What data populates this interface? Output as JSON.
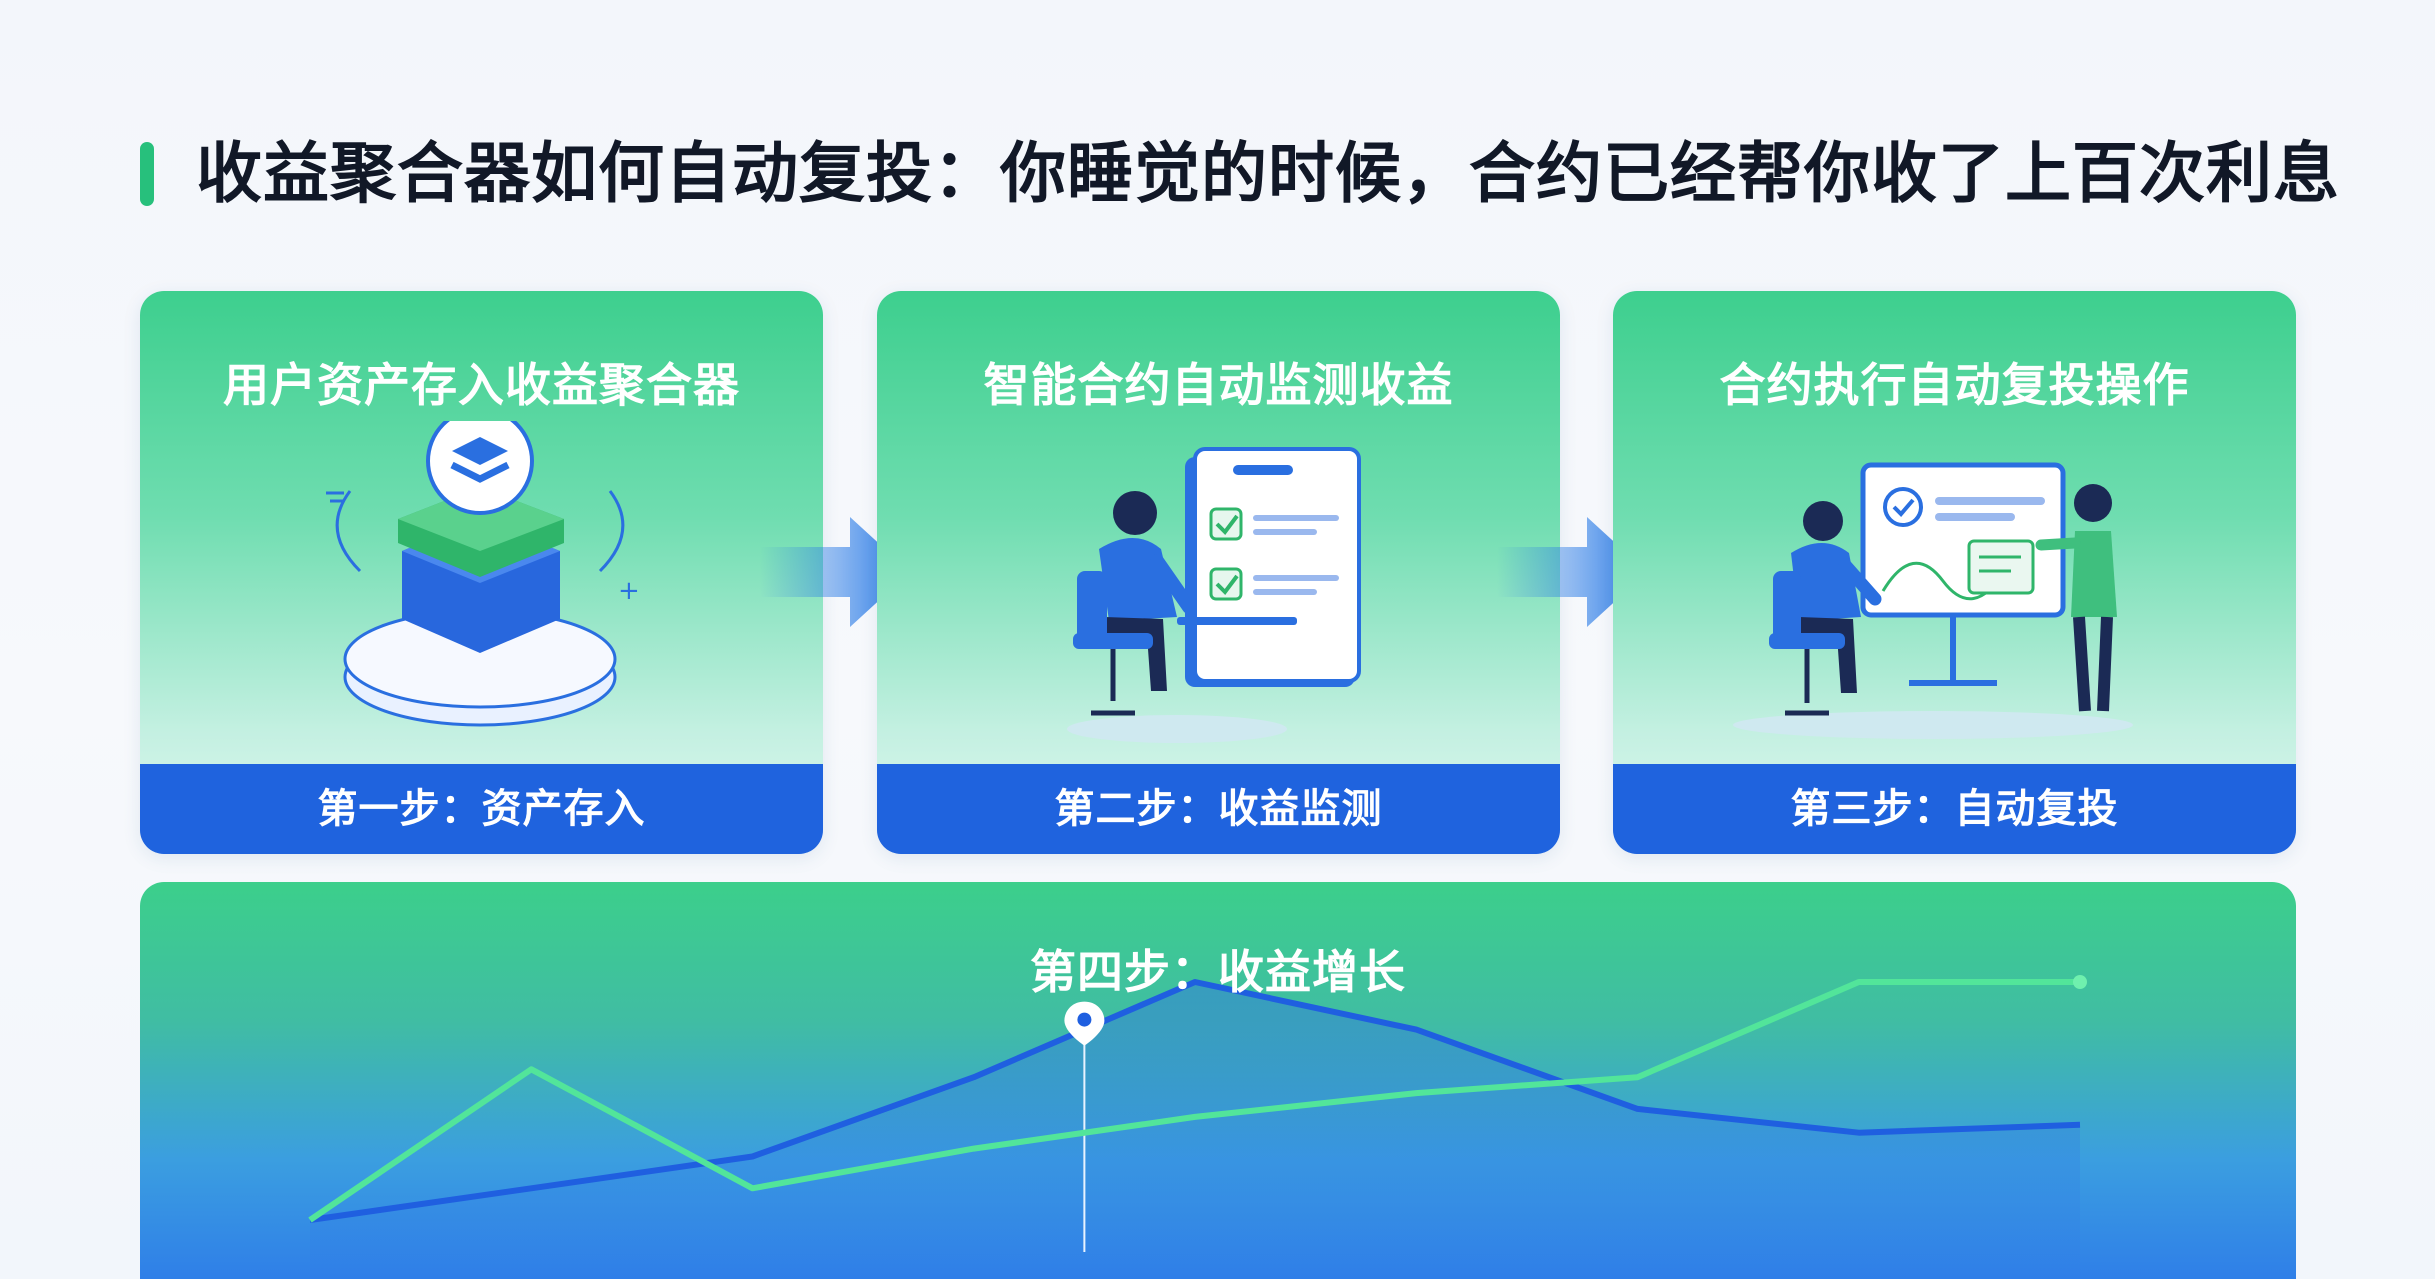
{
  "title": "收益聚合器如何自动复投：你睡觉的时候，合约已经帮你收了上百次利息",
  "steps": [
    {
      "heading": "用户资产存入收益聚合器",
      "label": "第一步：资产存入"
    },
    {
      "heading": "智能合约自动监测收益",
      "label": "第二步：收益监测"
    },
    {
      "heading": "合约执行自动复投操作",
      "label": "第三步：自动复投"
    }
  ],
  "panel": {
    "label": "第四步：收益增长"
  },
  "colors": {
    "green": "#3dcf8e",
    "blue": "#1f63de",
    "line_blue": "#1f5fe0",
    "line_green": "#52e59a"
  },
  "chart_data": {
    "type": "line",
    "grid": false,
    "series": [
      {
        "values": [
          0,
          4,
          8,
          18,
          30,
          24,
          14,
          11,
          12
        ]
      },
      {
        "values": [
          0,
          19,
          4,
          9,
          13,
          16,
          18,
          30,
          30
        ]
      }
    ]
  }
}
